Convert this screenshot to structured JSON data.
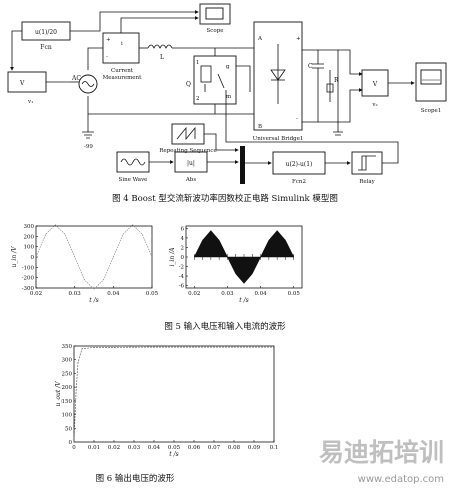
{
  "fig4": {
    "caption": "图 4   Boost 型交流斩波功率因数校正电路 Simulink 模型图",
    "blocks": {
      "fcn": "u(1)/20",
      "fcn_label": "Fcn",
      "v1_port": "V",
      "v1_label": "v₁",
      "ac_label": "AC",
      "ground_label": "-99",
      "cm_plus": "+",
      "cm_i": "i",
      "cm_minus": "-",
      "cm_label1": "Current",
      "cm_label2": "Measurement",
      "inductor": "L",
      "scope": "Scope",
      "q": "Q",
      "q_g": "g",
      "q_m": "m",
      "q_1": "1",
      "q_2": "2",
      "bridge_a": "A",
      "bridge_b": "B",
      "bridge_plus": "+",
      "bridge_minus": "-",
      "bridge_label": "Universal Bridge1",
      "cap": "C",
      "res": "R",
      "v2_port": "V",
      "v2_label": "v₂",
      "scope1": "Scope1",
      "rep_label": "Repeating  Sequence",
      "sine_label": "Sine  Wave",
      "abs_sym": "|u|",
      "abs_label": "Abs",
      "fcn2": "u(2)-u(1)",
      "fcn2_label": "Fcn2",
      "relay_label": "Relay"
    }
  },
  "fig5": {
    "caption": "图 5   输入电压和输入电流的波形"
  },
  "fig6": {
    "caption": "图 6   输出电压的波形"
  },
  "chart_data": [
    {
      "type": "line",
      "title": "",
      "ylabel": "u_in /V",
      "xlabel": "t /s",
      "x_ticks": [
        "0.02",
        "0.03",
        "0.04",
        "0.05"
      ],
      "y_ticks": [
        "300",
        "200",
        "100",
        "0",
        "-100",
        "-200",
        "-300"
      ],
      "xlim": [
        0.02,
        0.05
      ],
      "ylim": [
        -300,
        300
      ],
      "series": [
        {
          "x": [
            0.02,
            0.0225,
            0.025,
            0.0275,
            0.03,
            0.0325,
            0.035,
            0.0375,
            0.04,
            0.0425,
            0.045,
            0.0475,
            0.05
          ],
          "values": [
            0,
            220,
            311,
            220,
            0,
            -220,
            -311,
            -220,
            0,
            220,
            311,
            220,
            0
          ]
        }
      ]
    },
    {
      "type": "line",
      "title": "",
      "ylabel": "i_in /A",
      "xlabel": "t /s",
      "x_ticks": [
        "0.02",
        "0.03",
        "0.04",
        "0.05"
      ],
      "y_ticks": [
        "6",
        "4",
        "2",
        "0",
        "-2",
        "-4",
        "-6"
      ],
      "xlim": [
        0.0175,
        0.0525
      ],
      "ylim": [
        -6.5,
        6.5
      ],
      "series": [
        {
          "x": [
            0.02,
            0.0225,
            0.025,
            0.0275,
            0.03,
            0.0325,
            0.035,
            0.0375,
            0.04,
            0.0425,
            0.045,
            0.0475,
            0.05
          ],
          "values": [
            0,
            3.5,
            5.5,
            3.5,
            0,
            -3.5,
            -5.5,
            -3.5,
            0,
            3.5,
            5.5,
            3.5,
            0
          ]
        }
      ]
    },
    {
      "type": "line",
      "title": "",
      "ylabel": "u_out /V",
      "xlabel": "t /s",
      "x_ticks": [
        "0",
        "0.01",
        "0.02",
        "0.03",
        "0.04",
        "0.05",
        "0.06",
        "0.07",
        "0.08",
        "0.09",
        "0.1"
      ],
      "y_ticks": [
        "350",
        "300",
        "250",
        "200",
        "150",
        "100",
        "50",
        "0"
      ],
      "xlim": [
        0,
        0.1
      ],
      "ylim": [
        0,
        350
      ],
      "series": [
        {
          "x": [
            0,
            0.001,
            0.002,
            0.004,
            0.01,
            0.02,
            0.04,
            0.06,
            0.08,
            0.1
          ],
          "values": [
            0,
            180,
            290,
            340,
            345,
            345,
            346,
            346,
            346,
            346
          ]
        }
      ]
    }
  ],
  "watermark": {
    "main": "易迪拓培训",
    "url": "www.edatop.com"
  }
}
